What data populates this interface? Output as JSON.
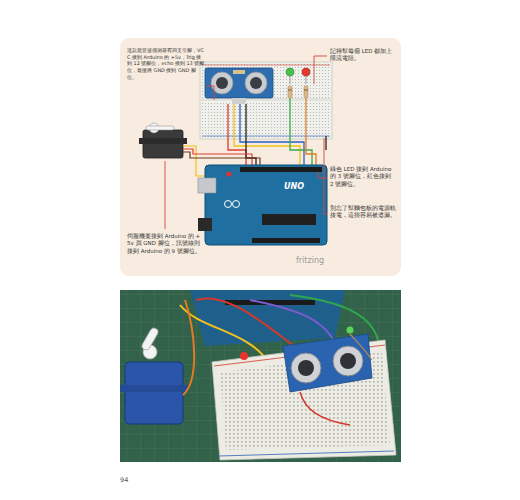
{
  "diagram": {
    "labels": [
      "這款超音波感測器有四支引腳，VCC 接到 Arduino 的 +5v，Trig 接到 12 號腳位，echo 接到 13 號腳位，最後將 GND 接到 GND 腳位。",
      "記得幫每個 LED 都加上限流電阻。",
      "綠色 LED 接到 Arduino 的 3 號腳位，紅色接到 2 號腳位。",
      "別忘了幫麵包板的電源軌接電，這很容易被遺漏。",
      "伺服機要接到 Arduino 的 +5v 與 GND 腳位，訊號線則接到 Arduino 的 9 號腳位。",
      "UNO",
      "fritzing",
      "94"
    ]
  }
}
